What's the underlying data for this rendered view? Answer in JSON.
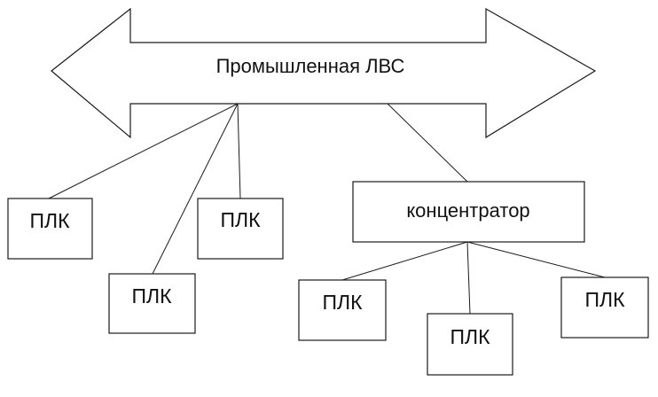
{
  "diagram": {
    "bus_label": "Промышленная ЛВС",
    "hub_label": "концентратор",
    "plc_label": "ПЛК",
    "stroke_color": "#1a1a1a",
    "background_color": "#ffffff"
  }
}
